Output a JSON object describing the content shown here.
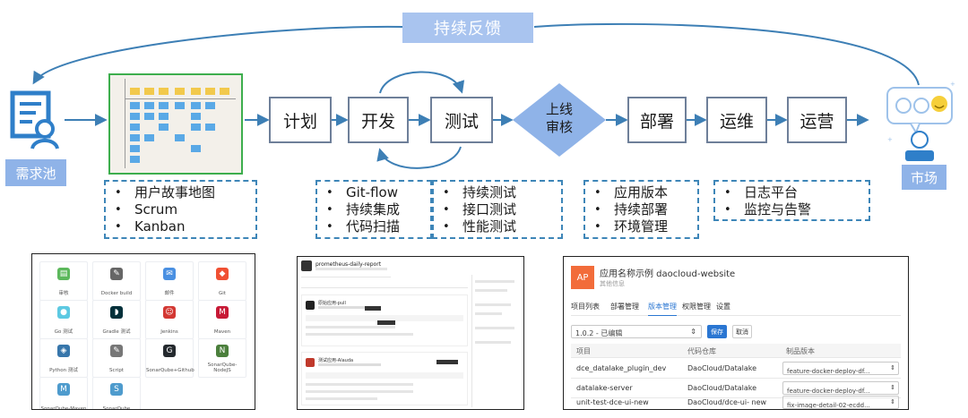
{
  "feedback_label": "持续反馈",
  "left_tag": "需求池",
  "right_tag": "市场",
  "stages": {
    "plan": "计划",
    "dev": "开发",
    "test": "测试",
    "release": [
      "上线",
      "审核"
    ],
    "deploy": "部署",
    "ops": "运维",
    "operate": "运营"
  },
  "boxes": {
    "story": [
      "用户故事地图",
      "Scrum",
      "Kanban"
    ],
    "dev": [
      "Git-flow",
      "持续集成",
      "代码扫描"
    ],
    "test": [
      "持续测试",
      "接口测试",
      "性能测试"
    ],
    "deploy": [
      "应用版本",
      "持续部署",
      "环境管理"
    ],
    "ops": [
      "日志平台",
      "监控与告警"
    ]
  },
  "plugins": [
    {
      "name": "审核",
      "icon": "clipboard-icon",
      "color": "#5cb85c"
    },
    {
      "name": "Docker build",
      "icon": "wrench-icon",
      "color": "#666666"
    },
    {
      "name": "邮件",
      "icon": "mail-icon",
      "color": "#4a90e2"
    },
    {
      "name": "Git",
      "icon": "git-icon",
      "color": "#f05033"
    },
    {
      "name": "Go 测试",
      "icon": "gopher-icon",
      "color": "#5dc9e2"
    },
    {
      "name": "Gradle 测试",
      "icon": "elephant-icon",
      "color": "#02303a"
    },
    {
      "name": "Jenkins",
      "icon": "jenkins-icon",
      "color": "#d33833"
    },
    {
      "name": "Maven",
      "icon": "maven-icon",
      "color": "#c71a36"
    },
    {
      "name": "Python 测试",
      "icon": "python-icon",
      "color": "#3776ab"
    },
    {
      "name": "Script",
      "icon": "script-icon",
      "color": "#777777"
    },
    {
      "name": "SonarQube+Github",
      "icon": "github-sonar-icon",
      "color": "#24292e"
    },
    {
      "name": "SonarQube-NodeJS",
      "icon": "nodejs-sonar-icon",
      "color": "#4b7f3c"
    },
    {
      "name": "SonarQube-Maven",
      "icon": "maven-sonar-icon",
      "color": "#4e9bcd"
    },
    {
      "name": "SonarQube",
      "icon": "sonarqube-icon",
      "color": "#4e9bcd"
    }
  ],
  "pipeline": {
    "title": "prometheus-daily-report",
    "job1": "原始应用-pull",
    "job2": "测试应用-Alauda"
  },
  "app_panel": {
    "avatar": "AP",
    "title": "应用名称示例 daocloud-website",
    "subtitle": "其他信息",
    "tabs": [
      "项目列表",
      "部署管理",
      "版本管理",
      "权限管理",
      "设置"
    ],
    "version": "1.0.2 - 已编辑",
    "save": "保存",
    "cancel": "取消",
    "headers": [
      "项目",
      "代码仓库",
      "制品版本"
    ],
    "rows": [
      [
        "dce_datalake_plugin_dev",
        "DaoCloud/Datalake",
        "feature-docker-deploy-df..."
      ],
      [
        "datalake-server",
        "DaoCloud/Datalake",
        "feature-docker-deploy-df..."
      ],
      [
        "unit-test-dce-ui-new",
        "DaoCloud/dce-ui- new",
        "fix-image-detail-02-ecdd..."
      ]
    ]
  },
  "colors": {
    "accent_blue": "#8fb3e8",
    "stage_border": "#6e7f99",
    "diamond": "#8fb3e8",
    "arrow": "#3d7fb5",
    "dash": "#3e86b8",
    "board_border": "#3dae4d",
    "icon_blue": "#2f7fc9"
  }
}
